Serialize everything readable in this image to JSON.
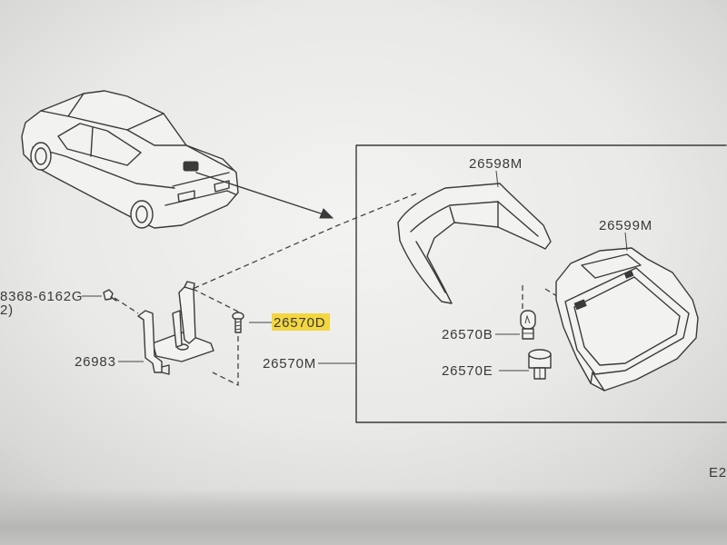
{
  "diagram": {
    "labels": {
      "cover": "26598M",
      "body": "26599M",
      "screw": "8368-6162G",
      "screw_qty": "2)",
      "bolt": "26570D",
      "bracket": "26983",
      "assembly": "26570M",
      "bulb": "26570B",
      "socket": "26570E",
      "page_code": "E2"
    },
    "bolt_highlighted": true,
    "colors": {
      "highlight": "#f3d640",
      "ink": "#3a3a3a"
    }
  }
}
